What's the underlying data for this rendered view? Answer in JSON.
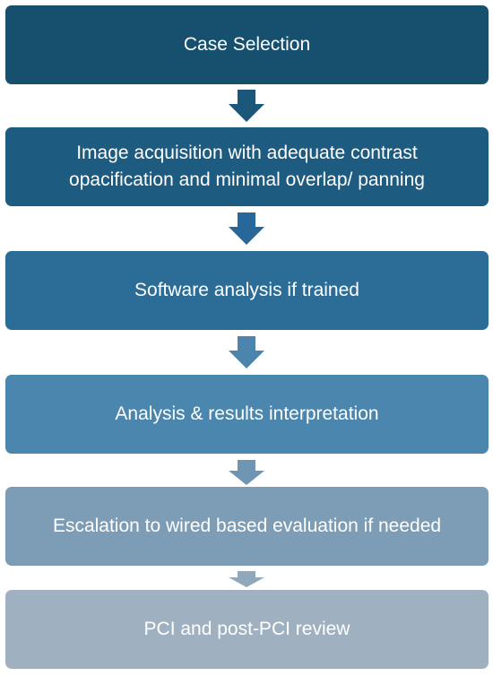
{
  "steps": [
    {
      "label": "Case Selection",
      "color": "#174f6f"
    },
    {
      "label": "Image acquisition with adequate contrast\nopacification and minimal overlap/ panning",
      "color": "#1d5c80"
    },
    {
      "label": "Software analysis if trained",
      "color": "#2b6d97"
    },
    {
      "label": "Analysis & results interpretation",
      "color": "#4b86ae"
    },
    {
      "label": "Escalation to wired based evaluation if needed",
      "color": "#7d9db6"
    },
    {
      "label": "PCI and post-PCI review",
      "color": "#9fb1c1"
    }
  ],
  "arrows": [
    {
      "color": "#1b577a"
    },
    {
      "color": "#28679a"
    },
    {
      "color": "#4b84ad"
    },
    {
      "color": "#6e95b2"
    },
    {
      "color": "#90a8bb"
    }
  ]
}
